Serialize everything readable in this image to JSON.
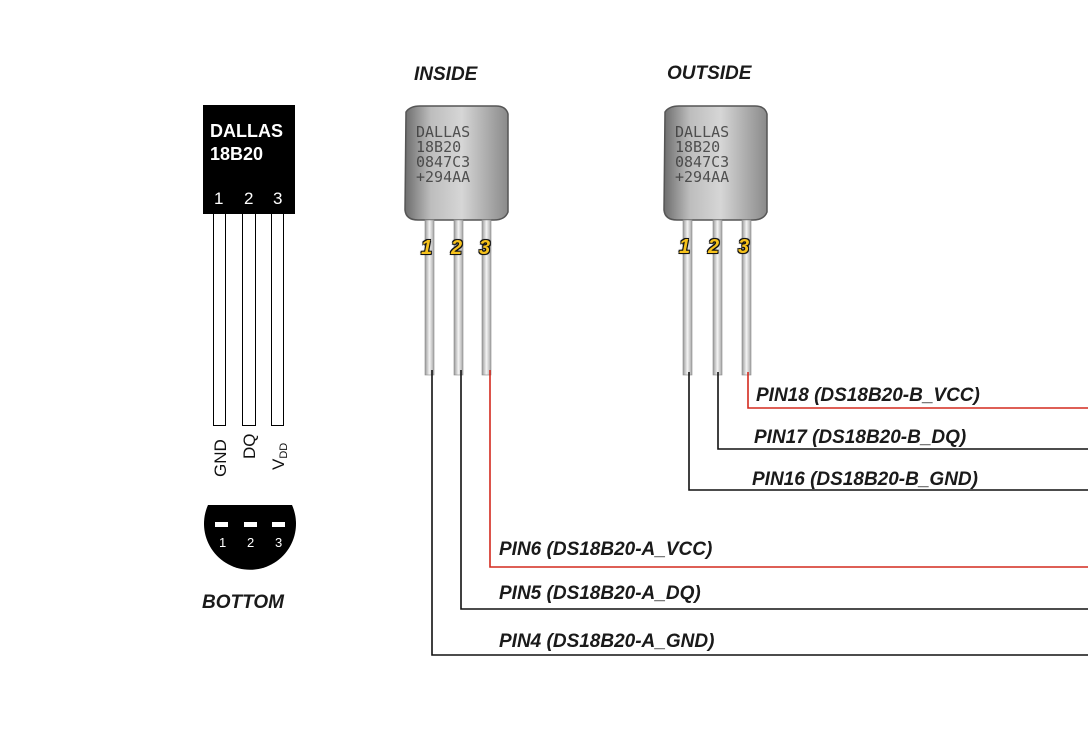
{
  "schematic": {
    "brand": "DALLAS",
    "part": "18B20",
    "pin_numbers": [
      "1",
      "2",
      "3"
    ],
    "pin_names": [
      "GND",
      "DQ",
      "V"
    ],
    "vdd_subscript": "DD",
    "bottom_label": "BOTTOM",
    "bottom_pin_numbers": [
      "1",
      "2",
      "3"
    ]
  },
  "photo_inside": {
    "heading": "INSIDE",
    "chip_lines": [
      "DALLAS",
      "18B20",
      "0847C3",
      "+294AA"
    ],
    "pin_badges": [
      "1",
      "2",
      "3"
    ]
  },
  "photo_outside": {
    "heading": "OUTSIDE",
    "chip_lines": [
      "DALLAS",
      "18B20",
      "0847C3",
      "+294AA"
    ],
    "pin_badges": [
      "1",
      "2",
      "3"
    ]
  },
  "connections": {
    "b_vcc": "PIN18 (DS18B20-B_VCC)",
    "b_dq": "PIN17 (DS18B20-B_DQ)",
    "b_gnd": "PIN16 (DS18B20-B_GND)",
    "a_vcc": "PIN6 (DS18B20-A_VCC)",
    "a_dq": "PIN5 (DS18B20-A_DQ)",
    "a_gnd": "PIN4 (DS18B20-A_GND)"
  },
  "colors": {
    "vcc_wire": "#d42a1e",
    "other_wire": "#111111",
    "badge": "#f6c21c"
  }
}
